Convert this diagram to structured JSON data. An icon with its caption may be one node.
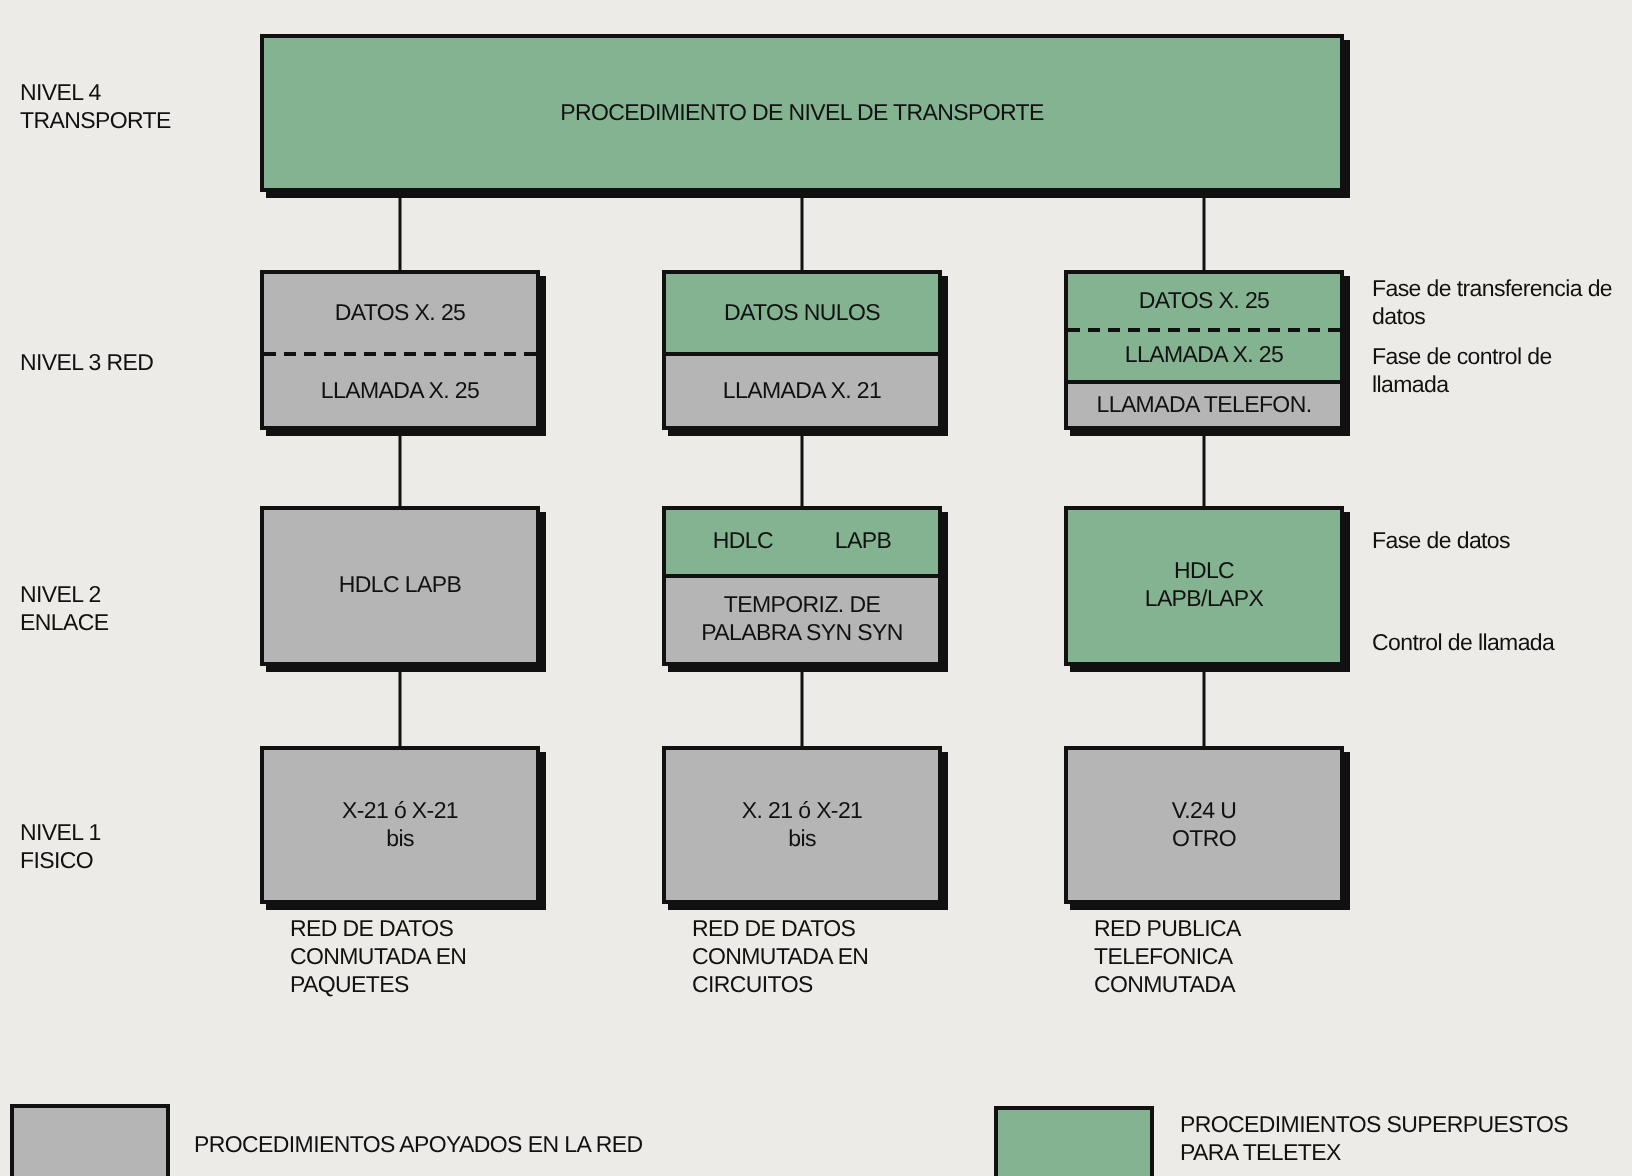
{
  "diagram": {
    "nodes": [
      {
        "text": [
          "PROCEDIMIENTO DE NIVEL DE TRANSPORTE"
        ]
      },
      {
        "text": [],
        "shape": "box"
      },
      {
        "text": [
          "DATOS X. 25"
        ],
        "in": 1
      },
      {
        "text": [
          "LLAMADA X. 25"
        ],
        "in": 1
      },
      {
        "text": [],
        "shape": "box"
      },
      {
        "text": [
          "DATOS NULOS"
        ],
        "in": 4
      },
      {
        "text": [
          "LLAMADA X. 21"
        ],
        "in": 4
      },
      {
        "text": [],
        "shape": "box"
      },
      {
        "text": [
          "DATOS X. 25"
        ],
        "in": 7,
        "beside": [
          "Fase de transferencia de datos"
        ]
      },
      {
        "text": [
          "LLAMADA X. 25"
        ],
        "in": 7,
        "beside": [
          "Fase de control de llamada"
        ]
      },
      {
        "text": [
          "LLAMADA TELEFON."
        ],
        "in": 7
      },
      {
        "text": [
          "HDLC LAPB"
        ]
      },
      {
        "text": [],
        "shape": "box"
      },
      {
        "text": [
          "HDLC LAPB"
        ],
        "in": 12
      },
      {
        "text": [
          "TEMPORIZ. DE PALABRA SYN SYN"
        ],
        "in": 12
      },
      {
        "text": [
          "HDLC LAPB/LAPX"
        ],
        "beside": [
          "Fase de datos",
          "Control de llamada"
        ]
      },
      {
        "text": [
          "X-21 ó X-21 bis"
        ],
        "beside": [
          "RED DE DATOS CONMUTADA EN PAQUETES"
        ]
      },
      {
        "text": [
          "X. 21 ó X-21 bis"
        ],
        "beside": [
          "RED DE DATOS CONMUTADA EN CIRCUITOS"
        ]
      },
      {
        "text": [
          "V.24 U OTRO"
        ],
        "beside": [
          "RED PUBLICA TELEFONICA CONMUTADA"
        ]
      }
    ],
    "edges": [
      {
        "from": 0,
        "to": 1,
        "arrow": "none"
      },
      {
        "from": 0,
        "to": 4,
        "arrow": "none"
      },
      {
        "from": 0,
        "to": 7,
        "arrow": "none"
      },
      {
        "from": 1,
        "to": 11,
        "arrow": "none"
      },
      {
        "from": 4,
        "to": 12,
        "arrow": "none"
      },
      {
        "from": 7,
        "to": 15,
        "arrow": "none"
      },
      {
        "from": 11,
        "to": 16,
        "arrow": "none"
      },
      {
        "from": 12,
        "to": 17,
        "arrow": "none"
      },
      {
        "from": 15,
        "to": 18,
        "arrow": "none"
      }
    ],
    "labels": [
      "NIVEL 4 TRANSPORTE",
      "NIVEL 3 RED",
      "NIVEL 2 ENLACE",
      "NIVEL 1 FISICO"
    ],
    "legend": [
      {
        "text": "PROCEDIMIENTOS APOYADOS EN LA RED",
        "color": "#b5b5b5"
      },
      {
        "text": "PROCEDIMIENTOS SUPERPUESTOS PARA TELETEX",
        "color": "#84b391"
      }
    ]
  }
}
